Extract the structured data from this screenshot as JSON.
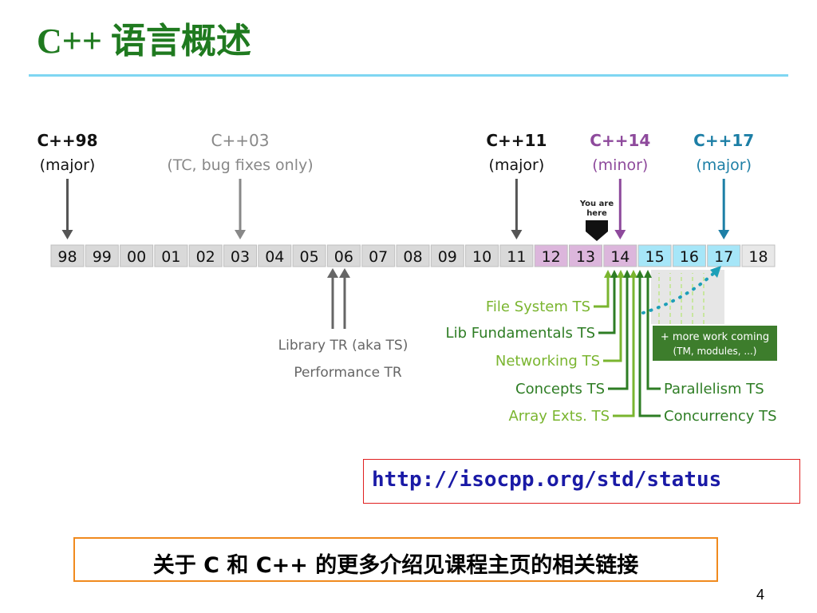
{
  "slide": {
    "title": "C++ 语言概述",
    "url": "http://isocpp.org/std/status",
    "note": "关于 C 和 C++ 的更多介绍见课程主页的相关链接",
    "page_number": "4"
  },
  "timeline": {
    "years": [
      "98",
      "99",
      "00",
      "01",
      "02",
      "03",
      "04",
      "05",
      "06",
      "07",
      "08",
      "09",
      "10",
      "11",
      "12",
      "13",
      "14",
      "15",
      "16",
      "17",
      "18"
    ],
    "versions": [
      {
        "name": "C++98",
        "kind": "(major)",
        "year_index": 0,
        "color": "#111111"
      },
      {
        "name": "C++03",
        "kind": "(TC, bug fixes only)",
        "year_index": 5,
        "color": "#888888"
      },
      {
        "name": "C++11",
        "kind": "(major)",
        "year_index": 13,
        "color": "#111111"
      },
      {
        "name": "C++14",
        "kind": "(minor)",
        "year_index": 16,
        "color": "#8e4a9c"
      },
      {
        "name": "C++17",
        "kind": "(major)",
        "year_index": 19,
        "color": "#1d7fa6"
      }
    ],
    "you_are_here": "You are here",
    "library_reports": [
      "Library TR (aka TS)",
      "Performance TR"
    ],
    "technical_specs_left": [
      "File System TS",
      "Lib Fundamentals TS",
      "Networking TS",
      "Concepts TS",
      "Array Exts. TS"
    ],
    "technical_specs_right": [
      "Parallelism TS",
      "Concurrency TS"
    ],
    "more_work": [
      "+ more work coming",
      "(TM, modules, ...)"
    ],
    "colors": {
      "gray_cell": "#d9d9d9",
      "purple_cell": "#dcb6dc",
      "blue_cell": "#a6e6f8",
      "green": "#7ab52f",
      "dark_green": "#2e7d24",
      "teal_dot": "#1d9fb8"
    }
  }
}
